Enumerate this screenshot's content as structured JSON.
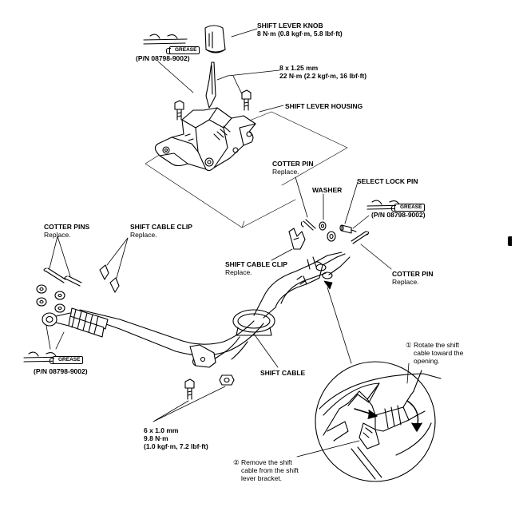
{
  "labels": {
    "shift_lever_knob": {
      "title": "SHIFT LEVER KNOB",
      "spec": "8 N·m (0.8 kgf·m, 5.8 lbf·ft)"
    },
    "bolt_8x125": {
      "size": "8 x 1.25 mm",
      "spec": "22 N·m (2.2 kgf·m, 16 lbf·ft)"
    },
    "shift_lever_housing": "SHIFT LEVER HOUSING",
    "grease_top": {
      "tag": "GREASE",
      "part": "(P/N 08798-9002)"
    },
    "cotter_pin_upper": {
      "title": "COTTER PIN",
      "note": "Replace."
    },
    "washer": "WASHER",
    "select_lock_pin": "SELECT LOCK PIN",
    "grease_right": {
      "tag": "GREASE",
      "part": "(P/N 08798-9002)"
    },
    "cotter_pins_left": {
      "title": "COTTER PINS",
      "note": "Replace."
    },
    "shift_cable_clip_left": {
      "title": "SHIFT CABLE CLIP",
      "note": "Replace."
    },
    "shift_cable_clip_center": {
      "title": "SHIFT CABLE CLIP",
      "note": "Replace."
    },
    "cotter_pin_right": {
      "title": "COTTER PIN",
      "note": "Replace."
    },
    "grease_left": {
      "tag": "GREASE",
      "part": "(P/N 08798-9002)"
    },
    "shift_cable": "SHIFT CABLE",
    "step1": {
      "marker": "①",
      "lines": [
        "Rotate the shift",
        "cable toward the",
        "opening."
      ]
    },
    "bolt_6x10": {
      "size": "6 x 1.0 mm",
      "spec": "9.8 N·m",
      "spec2": "(1.0 kgf·m, 7.2 lbf·ft)"
    },
    "step2": {
      "marker": "②",
      "lines": [
        "Remove the shift",
        "cable from the shift",
        "lever bracket."
      ]
    }
  }
}
